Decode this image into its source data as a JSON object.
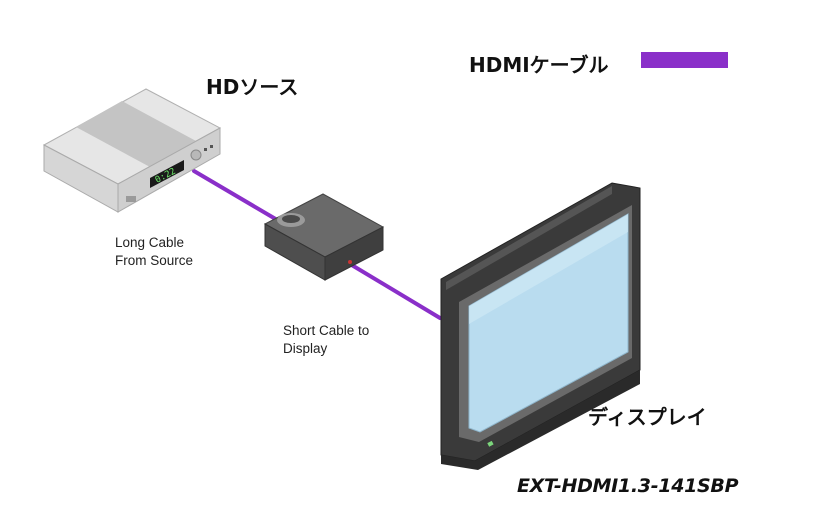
{
  "labels": {
    "source": "HDソース",
    "cable_legend": "HDMIケーブル",
    "long_cable_line1": "Long Cable",
    "long_cable_line2": "From Source",
    "short_cable_line1": "Short Cable to",
    "short_cable_line2": "Display",
    "display": "ディスプレイ",
    "model": "EXT-HDMI1.3-141SBP",
    "source_clock": "0:22"
  },
  "colors": {
    "cable": "#8a2fc9",
    "screen": "#b9dcef",
    "bezel": "#4a4a4a",
    "device": "#5a5a5a"
  }
}
